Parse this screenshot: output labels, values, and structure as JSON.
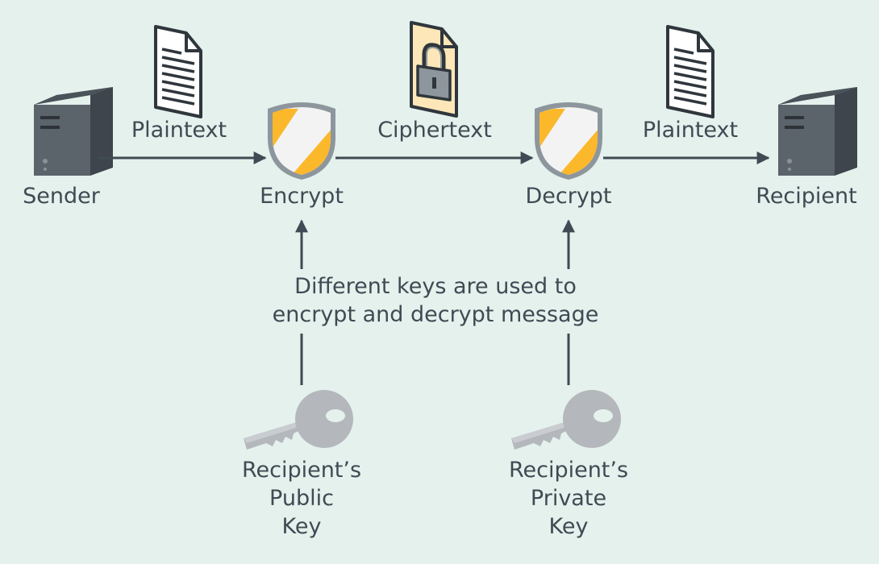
{
  "nodes": {
    "sender": "Sender",
    "encrypt": "Encrypt",
    "decrypt": "Decrypt",
    "recipient": "Recipient"
  },
  "messages": {
    "plaintext_in": "Plaintext",
    "ciphertext": "Ciphertext",
    "plaintext_out": "Plaintext"
  },
  "note": {
    "line1": "Different keys are used to",
    "line2": "encrypt and decrypt message"
  },
  "keys": {
    "public": [
      "Recipient’s",
      "Public",
      "Key"
    ],
    "private": [
      "Recipient’s",
      "Private",
      "Key"
    ]
  },
  "colors": {
    "background": "#e4f1ec",
    "text": "#3f4a54",
    "arrow": "#3f4a54",
    "server": "#5b636b",
    "shield_gold": "#fbb82b",
    "lock_paper": "#fde7b8",
    "key_gray": "#b4b8bc"
  },
  "icons": {
    "server": "server-icon",
    "document": "document-icon",
    "locked_document": "locked-document-icon",
    "shield": "shield-icon",
    "key": "key-icon"
  }
}
